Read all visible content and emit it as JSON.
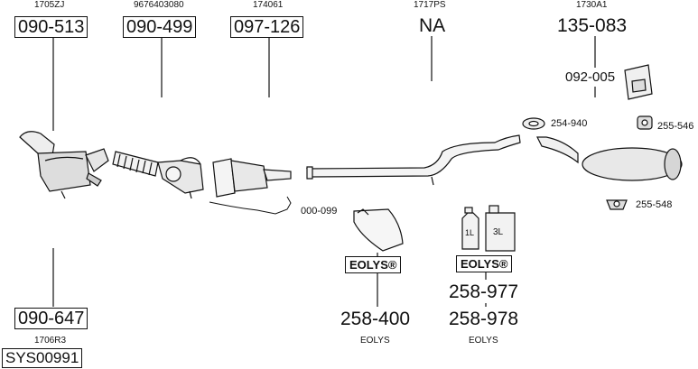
{
  "parts": [
    {
      "part_no": "1705ZJ",
      "ref": "090-513"
    },
    {
      "part_no": "9676403080",
      "ref": "090-499"
    },
    {
      "part_no": "174061",
      "ref": "097-126"
    },
    {
      "part_no": "1717PS",
      "ref": "NA"
    },
    {
      "part_no": "1730A1",
      "ref": "135-083"
    }
  ],
  "left_lower": {
    "ref": "090-647",
    "part_no": "1706R3",
    "set_code": "SYS00991"
  },
  "mount_ref": "092-005",
  "small_labels": {
    "clamp_1": "254-940",
    "hanger_1": "255-546",
    "hanger_2": "255-548",
    "sensor_kit": "000-099"
  },
  "eolys": {
    "badge": "EOLYS®",
    "bag_ref": "258-400",
    "bottle_ref_1": "258-977",
    "bottle_ref_2": "258-978",
    "caption": "EOLYS",
    "bottle_1l": "1L",
    "bottle_3l": "3L"
  }
}
